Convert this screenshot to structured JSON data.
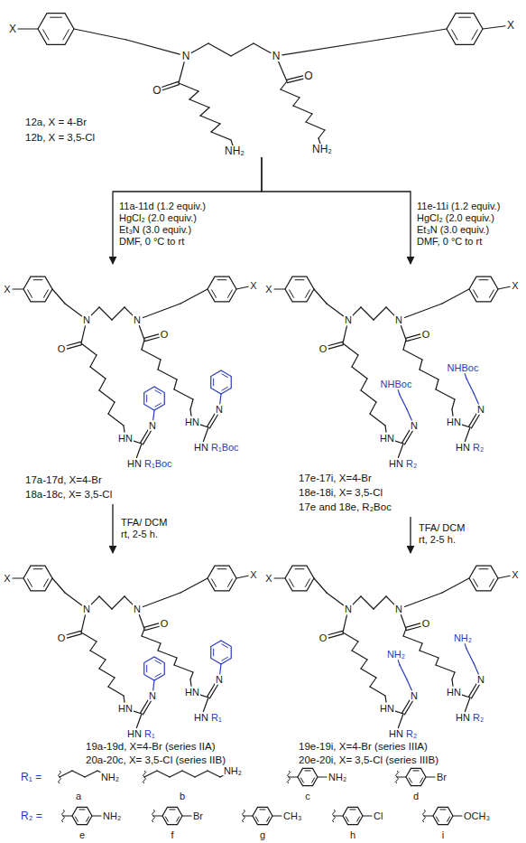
{
  "diagram": {
    "nodes": [
      {
        "text": [
          "12a, X = 4-Br",
          "12b, X = 3,5-Cl"
        ]
      },
      {
        "text": [
          "17a-17d, X=4-Br",
          "18a-18c, X= 3,5-Cl"
        ]
      },
      {
        "text": [
          "17e-17i, X=4-Br",
          "18e-18i, X= 3,5-Cl",
          "17e and 18e, R₂Boc"
        ]
      },
      {
        "text": [
          "19a-19d, X=4-Br (series IIA)",
          "20a-20c, X= 3,5-Cl (series IIB)"
        ]
      },
      {
        "text": [
          "19e-19i, X=4-Br (series IIIA)",
          "20e-20i, X= 3,5-Cl (series IIIB)"
        ]
      }
    ],
    "edges": [
      {
        "from": 0,
        "to": 1,
        "arrow": "to",
        "label": "11a-11d (1.2 equiv.) HgCl₂ (2.0 equiv.) Et₃N (3.0 equiv.) DMF, 0 °C to rt"
      },
      {
        "from": 0,
        "to": 2,
        "arrow": "to",
        "label": "11e-11i (1.2 equiv.) HgCl₂ (2.0 equiv.) Et₃N (3.0 equiv.) DMF, 0 °C to rt"
      },
      {
        "from": 1,
        "to": 3,
        "arrow": "to",
        "label": "TFA/ DCM rt, 2-5 h."
      },
      {
        "from": 2,
        "to": 4,
        "arrow": "to",
        "label": "TFA/ DCM rt, 2-5 h."
      }
    ],
    "labels": [
      "X",
      "N",
      "N",
      "X",
      "O",
      "O",
      "NH₂",
      "NH₂",
      "X",
      "N",
      "N",
      "X",
      "O",
      "O",
      "HN",
      "N",
      "HN",
      "R₁Boc",
      "HN",
      "N",
      "HN",
      "R₁Boc",
      "X",
      "N",
      "N",
      "X",
      "O",
      "O",
      "HN",
      "N",
      "NHBoc",
      "HN",
      "R₂",
      "HN",
      "N",
      "NHBoc",
      "HN",
      "R₂",
      "X",
      "N",
      "N",
      "X",
      "O",
      "O",
      "HN",
      "N",
      "HN",
      "R₁",
      "HN",
      "N",
      "HN",
      "R₁",
      "X",
      "N",
      "N",
      "X",
      "O",
      "O",
      "HN",
      "N",
      "NH₂",
      "HN",
      "R₂",
      "HN",
      "N",
      "NH₂",
      "HN",
      "R₂",
      "R₁ =",
      "NH₂",
      "a",
      "NH₂",
      "b",
      "NH₂",
      "c",
      "Br",
      "d",
      "R₂ =",
      "NH₂",
      "e",
      "Br",
      "f",
      "CH₃",
      "g",
      "Cl",
      "h",
      "OCH₃",
      "i"
    ]
  }
}
